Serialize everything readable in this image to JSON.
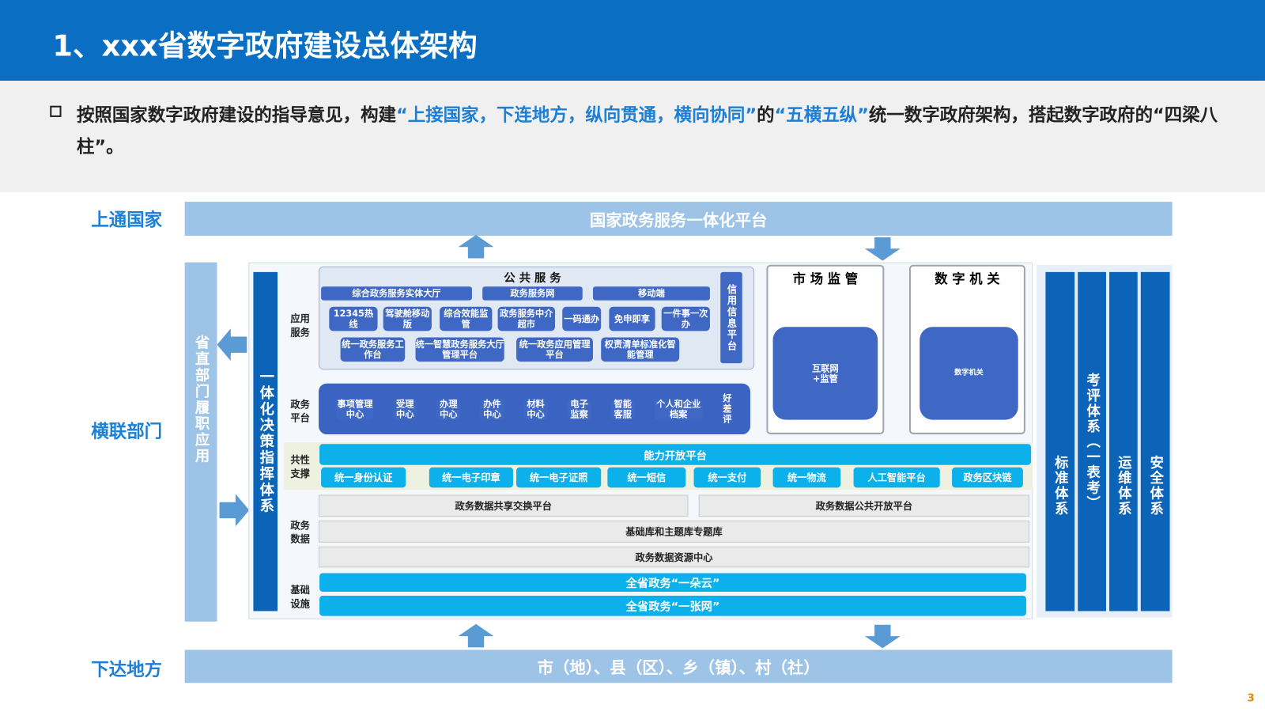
{
  "header": {
    "title": "1、xxx省数字政府建设总体架构"
  },
  "intro": {
    "part1": "按照国家数字政府建设的指导意见，构建",
    "quote1": "“上接国家，下连地方，纵向贯通，横向协同”",
    "part2": "的",
    "quote2": "“五横五纵”",
    "part3": "统一数字政府架构，搭起数字政府的“四梁八柱”。"
  },
  "labels": {
    "top": "上通国家",
    "middle": "横联部门",
    "bottom": "下达地方"
  },
  "top_bar": "国家政务服务一体化平台",
  "bottom_bar": "市（地）、县（区）、乡（镇）、村（社）",
  "left_bar": "省直部门履职应用",
  "command_bar": "一体化决策指挥体系",
  "layers": {
    "app": "应用服务",
    "platform": "政务平台",
    "support": "共性支撑",
    "data": "政务数据",
    "infra": "基础设施"
  },
  "public_service": {
    "title": "公 共 服 务",
    "row1": [
      "综合政务服务实体大厅",
      "政务服务网",
      "移动端"
    ],
    "row2": [
      "12345热线",
      "驾驶舱移动版",
      "综合效能监管",
      "政务服务中介超市",
      "一码通办",
      "免申即享",
      "一件事一次办"
    ],
    "row3": [
      "统一政务服务工作台",
      "统一智慧政务服务大厅管理平台",
      "统一政务应用管理平台",
      "权责清单标准化智能管理"
    ],
    "credit": "信用信息平台"
  },
  "gov_platform": [
    "事项管理中心",
    "受理中心",
    "办理中心",
    "办件中心",
    "材料中心",
    "电子监察",
    "智能客服",
    "个人和企业档案",
    "好差评"
  ],
  "market": {
    "title": "市 场 监 管",
    "inner": "互联网+监管"
  },
  "digital_org": {
    "title": "数 字 机 关",
    "inner": "数字机关"
  },
  "support": {
    "top": "能力开放平台",
    "items": [
      "统一身份认证",
      "统一电子印章",
      "统一电子证照",
      "统一短信",
      "统一支付",
      "统一物流",
      "人工智能平台",
      "政务区块链"
    ]
  },
  "data": {
    "share": "政务数据共享交换平台",
    "open": "政务数据公共开放平台",
    "base": "基础库和主题库专题库",
    "center": "政务数据资源中心"
  },
  "infra": {
    "cloud": "全省政务“一朵云”",
    "net": "全省政务“一张网”"
  },
  "systems": [
    "标准体系",
    "考评体系（一表考）",
    "运维体系",
    "安全体系"
  ],
  "page_number": "3"
}
